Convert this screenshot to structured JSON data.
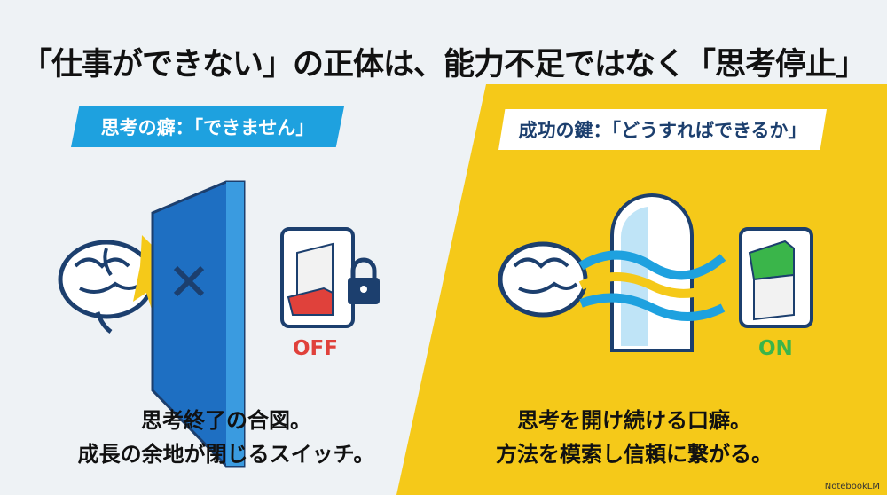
{
  "title": "「仕事ができない」の正体は、能力不足ではなく「思考停止」",
  "left": {
    "badge": "思考の癖：「できません」",
    "switch_label": "OFF",
    "caption_line1": "思考終了の合図。",
    "caption_line2": "成長の余地が閉じるスイッチ。"
  },
  "right": {
    "badge": "成功の鍵：「どうすればできるか」",
    "switch_label": "ON",
    "caption_line1": "思考を開け続ける口癖。",
    "caption_line2": "方法を模索し信頼に繋がる。"
  },
  "brand": "NotebookLM",
  "colors": {
    "blue": "#1ea1df",
    "yellow": "#f5c919",
    "off": "#e0413b",
    "on": "#3ab54a"
  }
}
